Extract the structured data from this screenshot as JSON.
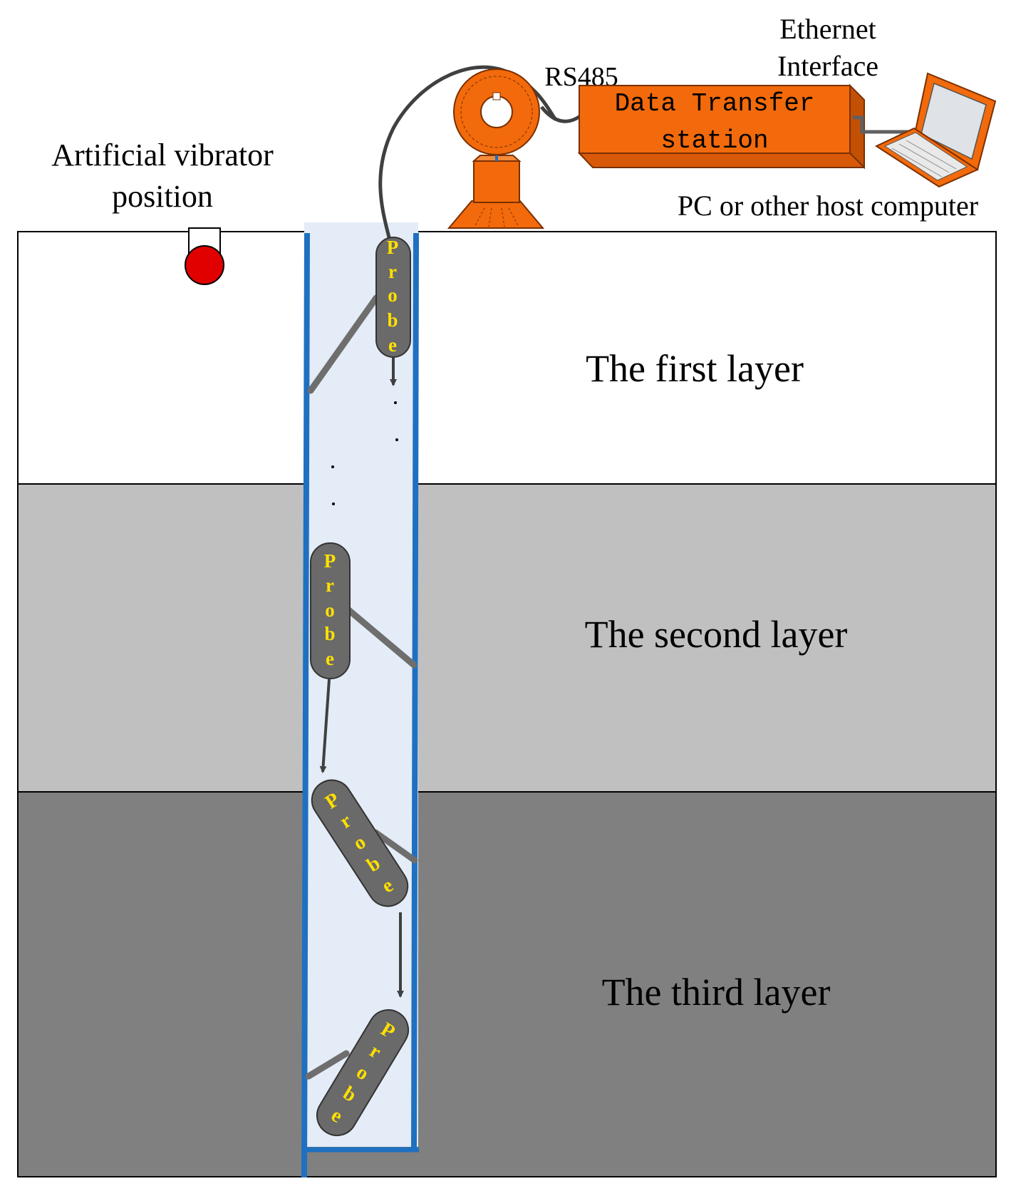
{
  "labels": {
    "vibrator_line1": "Artificial vibrator",
    "vibrator_line2": "position",
    "rs485": "RS485",
    "ethernet_line1": "Ethernet",
    "ethernet_line2": "Interface",
    "station_line1": "Data Transfer",
    "station_line2": "station",
    "pc": "PC or other host computer"
  },
  "layers": [
    {
      "label": "The first layer",
      "color": "#ffffff"
    },
    {
      "label": "The second layer",
      "color": "#c0c0c0"
    },
    {
      "label": "The third layer",
      "color": "#808080"
    }
  ],
  "probe": {
    "letters": [
      "P",
      "r",
      "o",
      "b",
      "e"
    ],
    "body_color": "#6a6a6a",
    "text_color": "#ffe000"
  },
  "colors": {
    "borehole_fill": "#e4ecf7",
    "borehole_wall": "#1f70c1",
    "equipment": "#f26a0b",
    "vibrator": "#e00000"
  },
  "icons": [
    "cable-reel-icon",
    "laptop-icon",
    "vibrator-icon"
  ]
}
